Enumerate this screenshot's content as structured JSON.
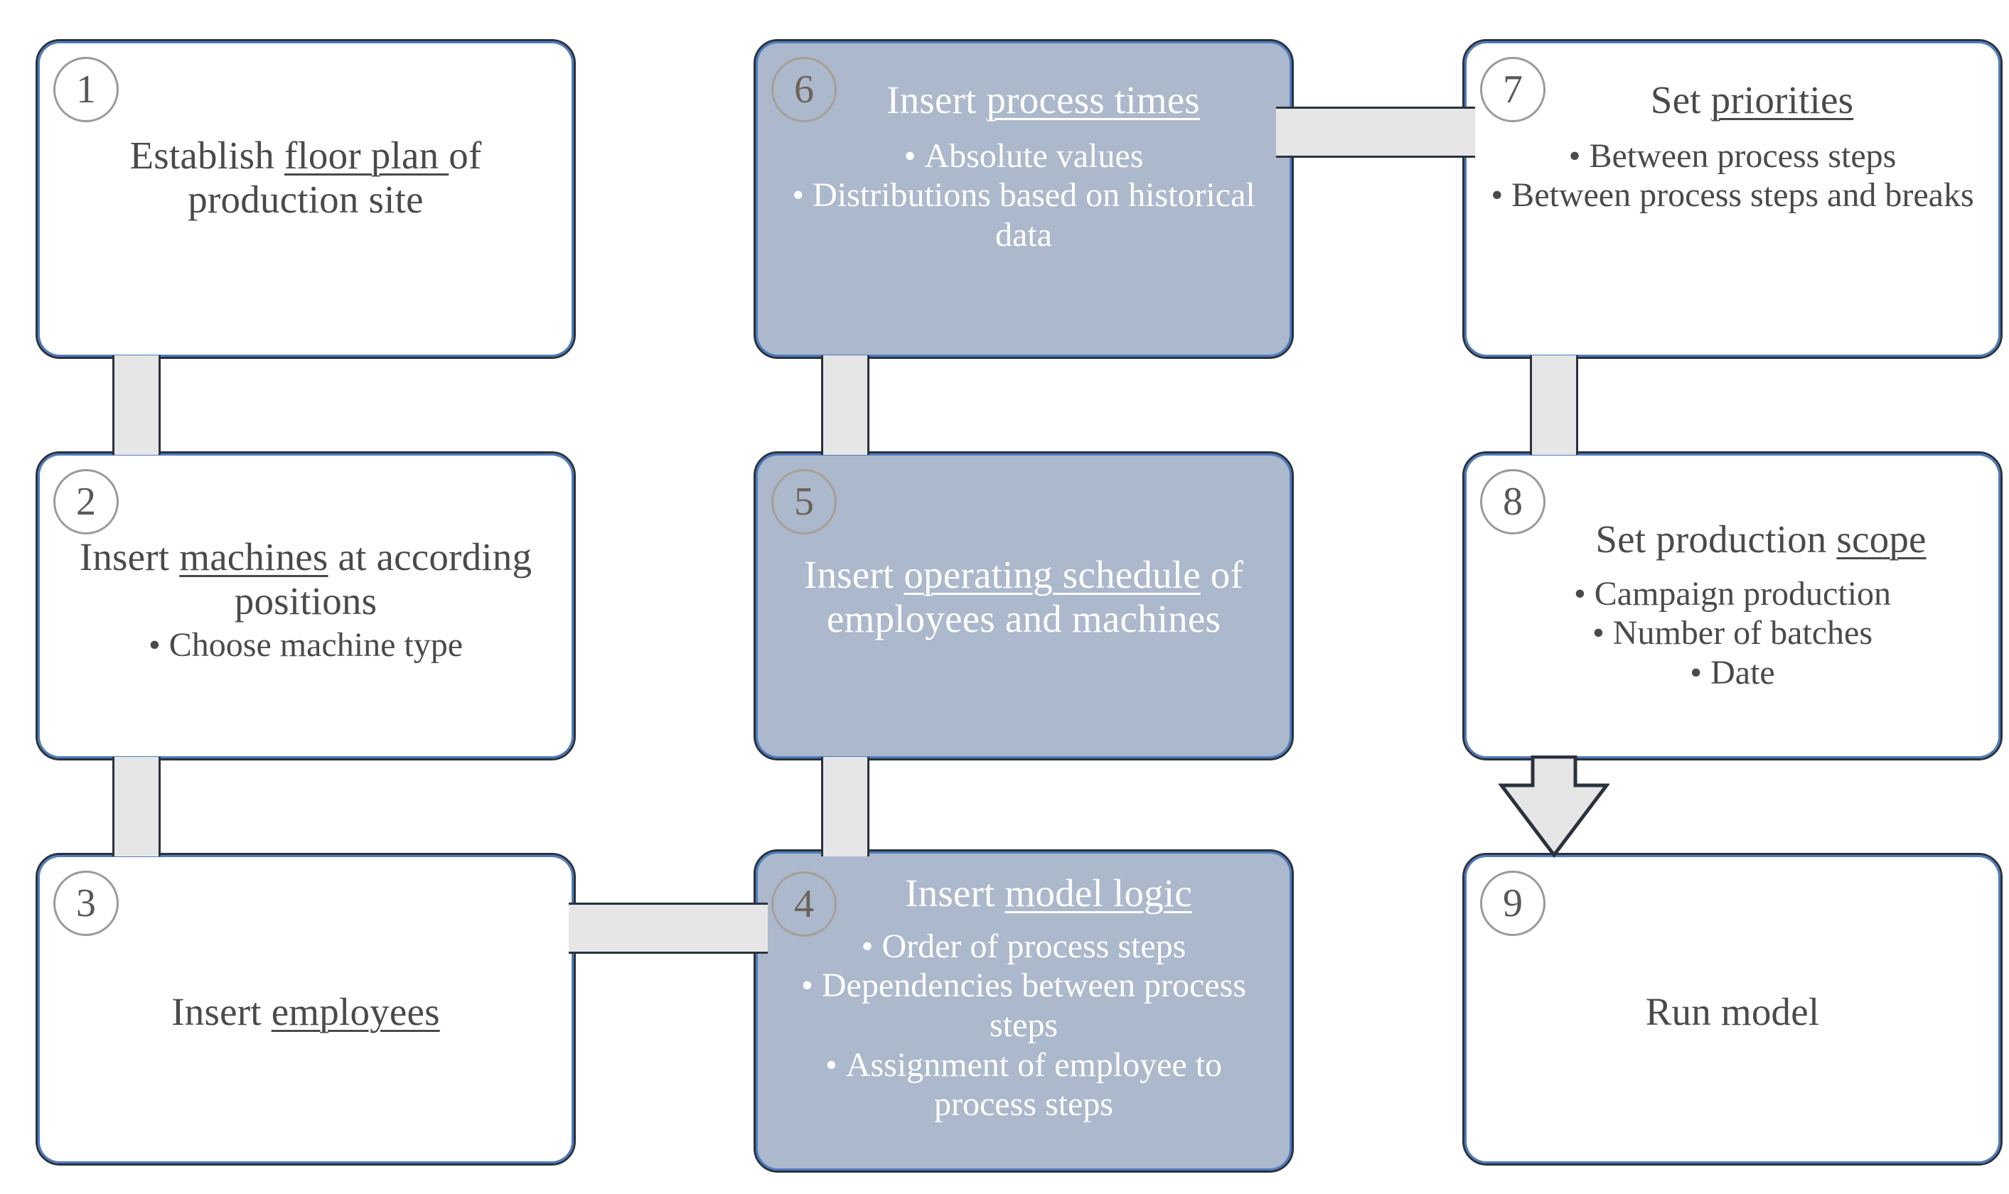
{
  "diagram": {
    "title": "Simulation model build procedure flowchart",
    "colors": {
      "accent_fill": "#acb8cc",
      "plain_fill": "#ffffff",
      "border_outer": "#2b323c",
      "border_inner": "#4d7cc0",
      "connector_fill": "#e6e6e6",
      "badge_stroke": "#9a9a96",
      "text_dark": "#4a4a4a",
      "text_light": "#ffffff"
    },
    "nodes": [
      {
        "id": "step-1",
        "number": "1",
        "style": "plain",
        "title_parts": [
          {
            "text": "Establish ",
            "underline": false
          },
          {
            "text": "floor plan ",
            "underline": true
          },
          {
            "text": "of production site",
            "underline": false
          }
        ],
        "title_plain": "Establish floor plan of production site",
        "bullets": []
      },
      {
        "id": "step-2",
        "number": "2",
        "style": "plain",
        "title_parts": [
          {
            "text": "Insert ",
            "underline": false
          },
          {
            "text": "machines",
            "underline": true
          },
          {
            "text": " at according positions",
            "underline": false
          }
        ],
        "title_plain": "Insert machines at according positions",
        "bullets": [
          "Choose machine type"
        ]
      },
      {
        "id": "step-3",
        "number": "3",
        "style": "plain",
        "title_parts": [
          {
            "text": "Insert ",
            "underline": false
          },
          {
            "text": "employees",
            "underline": true
          }
        ],
        "title_plain": "Insert employees",
        "bullets": []
      },
      {
        "id": "step-4",
        "number": "4",
        "style": "accent",
        "title_parts": [
          {
            "text": "Insert ",
            "underline": false
          },
          {
            "text": "model logic",
            "underline": true
          }
        ],
        "title_plain": "Insert model logic",
        "bullets": [
          "Order of process steps",
          "Dependencies between process steps",
          "Assignment of employee to process steps"
        ]
      },
      {
        "id": "step-5",
        "number": "5",
        "style": "accent",
        "title_parts": [
          {
            "text": "Insert ",
            "underline": false
          },
          {
            "text": "operating schedule",
            "underline": true
          },
          {
            "text": " of employees and machines",
            "underline": false
          }
        ],
        "title_plain": "Insert operating schedule of employees and machines",
        "bullets": []
      },
      {
        "id": "step-6",
        "number": "6",
        "style": "accent",
        "title_parts": [
          {
            "text": "Insert ",
            "underline": false
          },
          {
            "text": "process times",
            "underline": true
          }
        ],
        "title_plain": "Insert process times",
        "bullets": [
          "Absolute values",
          "Distributions based on historical data"
        ]
      },
      {
        "id": "step-7",
        "number": "7",
        "style": "plain",
        "title_parts": [
          {
            "text": "Set ",
            "underline": false
          },
          {
            "text": "priorities",
            "underline": true
          }
        ],
        "title_plain": "Set priorities",
        "bullets": [
          "Between process steps",
          "Between  process steps and breaks"
        ]
      },
      {
        "id": "step-8",
        "number": "8",
        "style": "plain",
        "title_parts": [
          {
            "text": "Set production ",
            "underline": false
          },
          {
            "text": "scope",
            "underline": true
          }
        ],
        "title_plain": "Set production scope",
        "bullets": [
          "Campaign production",
          "Number of batches",
          "Date"
        ]
      },
      {
        "id": "step-9",
        "number": "9",
        "style": "plain",
        "title_parts": [
          {
            "text": "Run model",
            "underline": false
          }
        ],
        "title_plain": "Run model",
        "bullets": []
      }
    ],
    "connectors": [
      {
        "id": "conn-1-2",
        "from": "step-1",
        "to": "step-2",
        "orientation": "vertical",
        "arrow": false
      },
      {
        "id": "conn-2-3",
        "from": "step-2",
        "to": "step-3",
        "orientation": "vertical",
        "arrow": false
      },
      {
        "id": "conn-3-4",
        "from": "step-3",
        "to": "step-4",
        "orientation": "horizontal",
        "arrow": false
      },
      {
        "id": "conn-4-5",
        "from": "step-4",
        "to": "step-5",
        "orientation": "vertical",
        "arrow": false
      },
      {
        "id": "conn-5-6",
        "from": "step-5",
        "to": "step-6",
        "orientation": "vertical",
        "arrow": false
      },
      {
        "id": "conn-6-7",
        "from": "step-6",
        "to": "step-7",
        "orientation": "horizontal",
        "arrow": false
      },
      {
        "id": "conn-7-8",
        "from": "step-7",
        "to": "step-8",
        "orientation": "vertical",
        "arrow": false
      },
      {
        "id": "conn-8-9",
        "from": "step-8",
        "to": "step-9",
        "orientation": "vertical",
        "arrow": true
      }
    ]
  }
}
